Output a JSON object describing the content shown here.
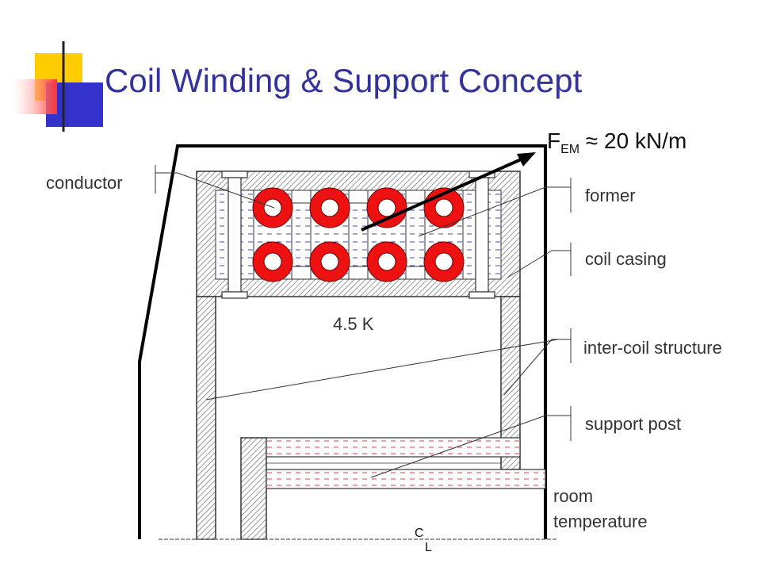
{
  "title": "Coil Winding & Support Concept",
  "force_label": {
    "main": "F",
    "sub": "EM",
    "rest": " ≈ 20 kN/m"
  },
  "labels": {
    "conductor": "conductor",
    "former": "former",
    "coil_casing": "coil casing",
    "inter_coil_structure": "inter-coil structure",
    "support_post": "support post",
    "room_temperature_line1": "room",
    "room_temperature_line2": "temperature",
    "temperature": "4.5 K",
    "centerline_c": "C",
    "centerline_l": "L"
  },
  "conductor_grid": {
    "rows": 2,
    "columns": 4
  },
  "colors": {
    "title": "#333399",
    "conductor": "#ee1111",
    "logo_yellow": "#ffcc00",
    "logo_red": "#ff3333",
    "logo_blue": "#3333cc",
    "hatch": "#555555",
    "helium_dash": "#333399",
    "support_dash": "#cc3333"
  }
}
